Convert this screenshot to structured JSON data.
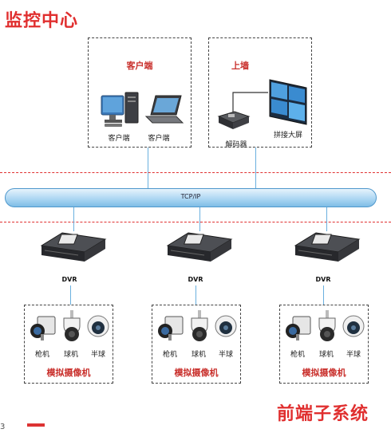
{
  "titles": {
    "monitor_center": "监控中心",
    "front_end": "前端子系统"
  },
  "client_box": {
    "title": "客户端",
    "pc_label": "客户端",
    "laptop_label": "客户端"
  },
  "wall_box": {
    "title": "上墙",
    "decoder_label": "解码器",
    "screen_label": "拼接大屏"
  },
  "network": {
    "label": "TCP/IP"
  },
  "dvrs": [
    {
      "label": "DVR"
    },
    {
      "label": "DVR"
    },
    {
      "label": "DVR"
    }
  ],
  "camera_groups": [
    {
      "gun": "枪机",
      "ball": "球机",
      "half": "半球",
      "title": "模拟摄像机"
    },
    {
      "gun": "枪机",
      "ball": "球机",
      "half": "半球",
      "title": "模拟摄像机"
    },
    {
      "gun": "枪机",
      "ball": "球机",
      "half": "半球",
      "title": "模拟摄像机"
    }
  ],
  "footer": {
    "page_number": "3"
  },
  "colors": {
    "accent_red": "#e02f2f",
    "bus_blue": "#7fbde6",
    "line_blue": "#6ab0df"
  }
}
